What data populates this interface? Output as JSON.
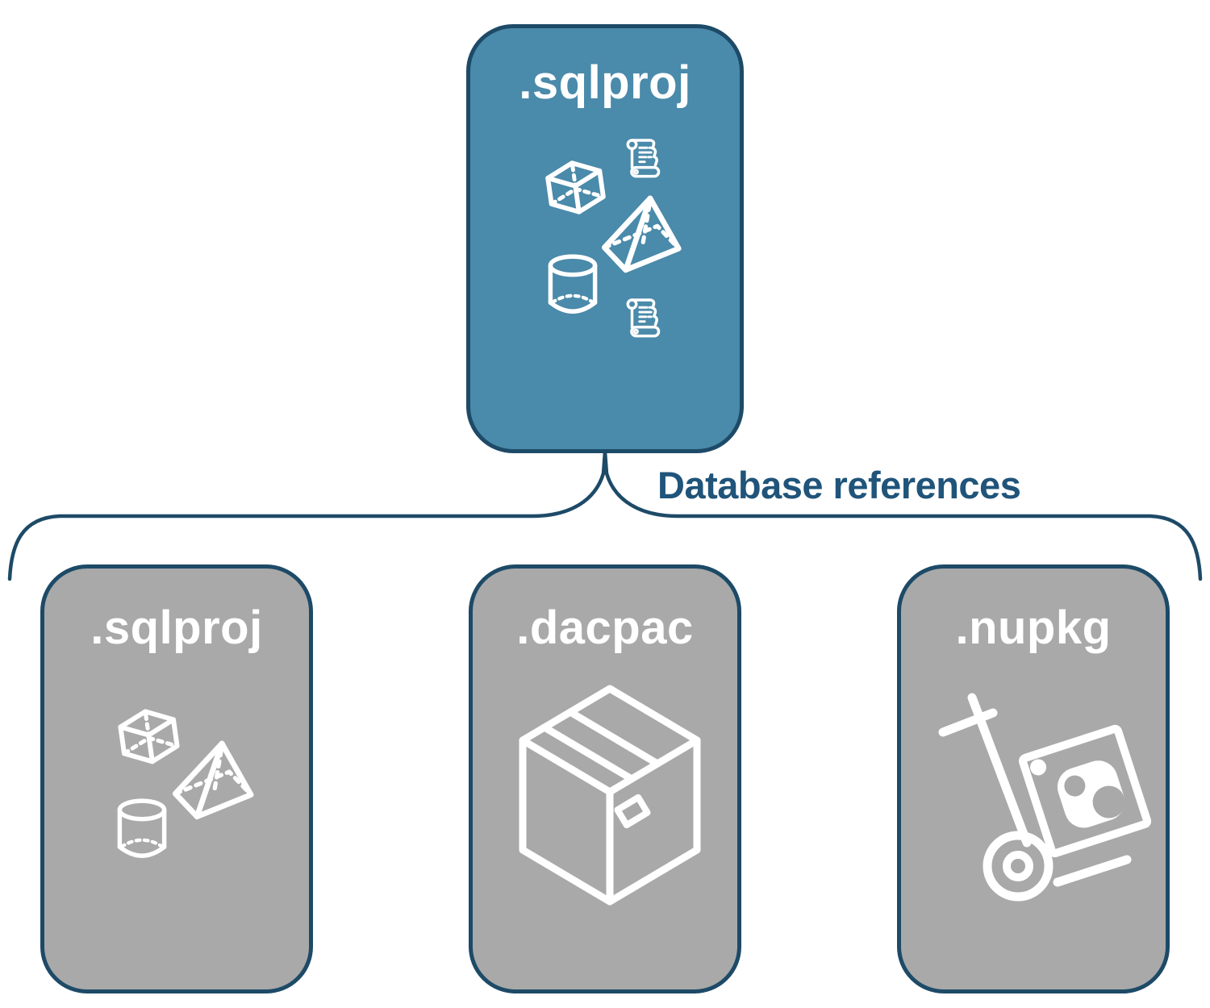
{
  "diagram": {
    "root": {
      "label": ".sqlproj",
      "icons": [
        "cube-icon",
        "script-scroll-icon",
        "pyramid-icon",
        "cylinder-icon",
        "script-scroll-icon"
      ]
    },
    "connector": {
      "label": "Database references"
    },
    "children": [
      {
        "label": ".sqlproj",
        "icons": [
          "cube-icon",
          "pyramid-icon",
          "cylinder-icon"
        ]
      },
      {
        "label": ".dacpac",
        "icons": [
          "package-box-icon"
        ]
      },
      {
        "label": ".nupkg",
        "icons": [
          "nuget-hand-truck-icon"
        ]
      }
    ],
    "colors": {
      "root_fill": "#4A8AAA",
      "child_fill": "#A9A9A9",
      "outline": "#1D4A67",
      "connector_text": "#20547A",
      "icon": "#FFFFFF"
    }
  }
}
